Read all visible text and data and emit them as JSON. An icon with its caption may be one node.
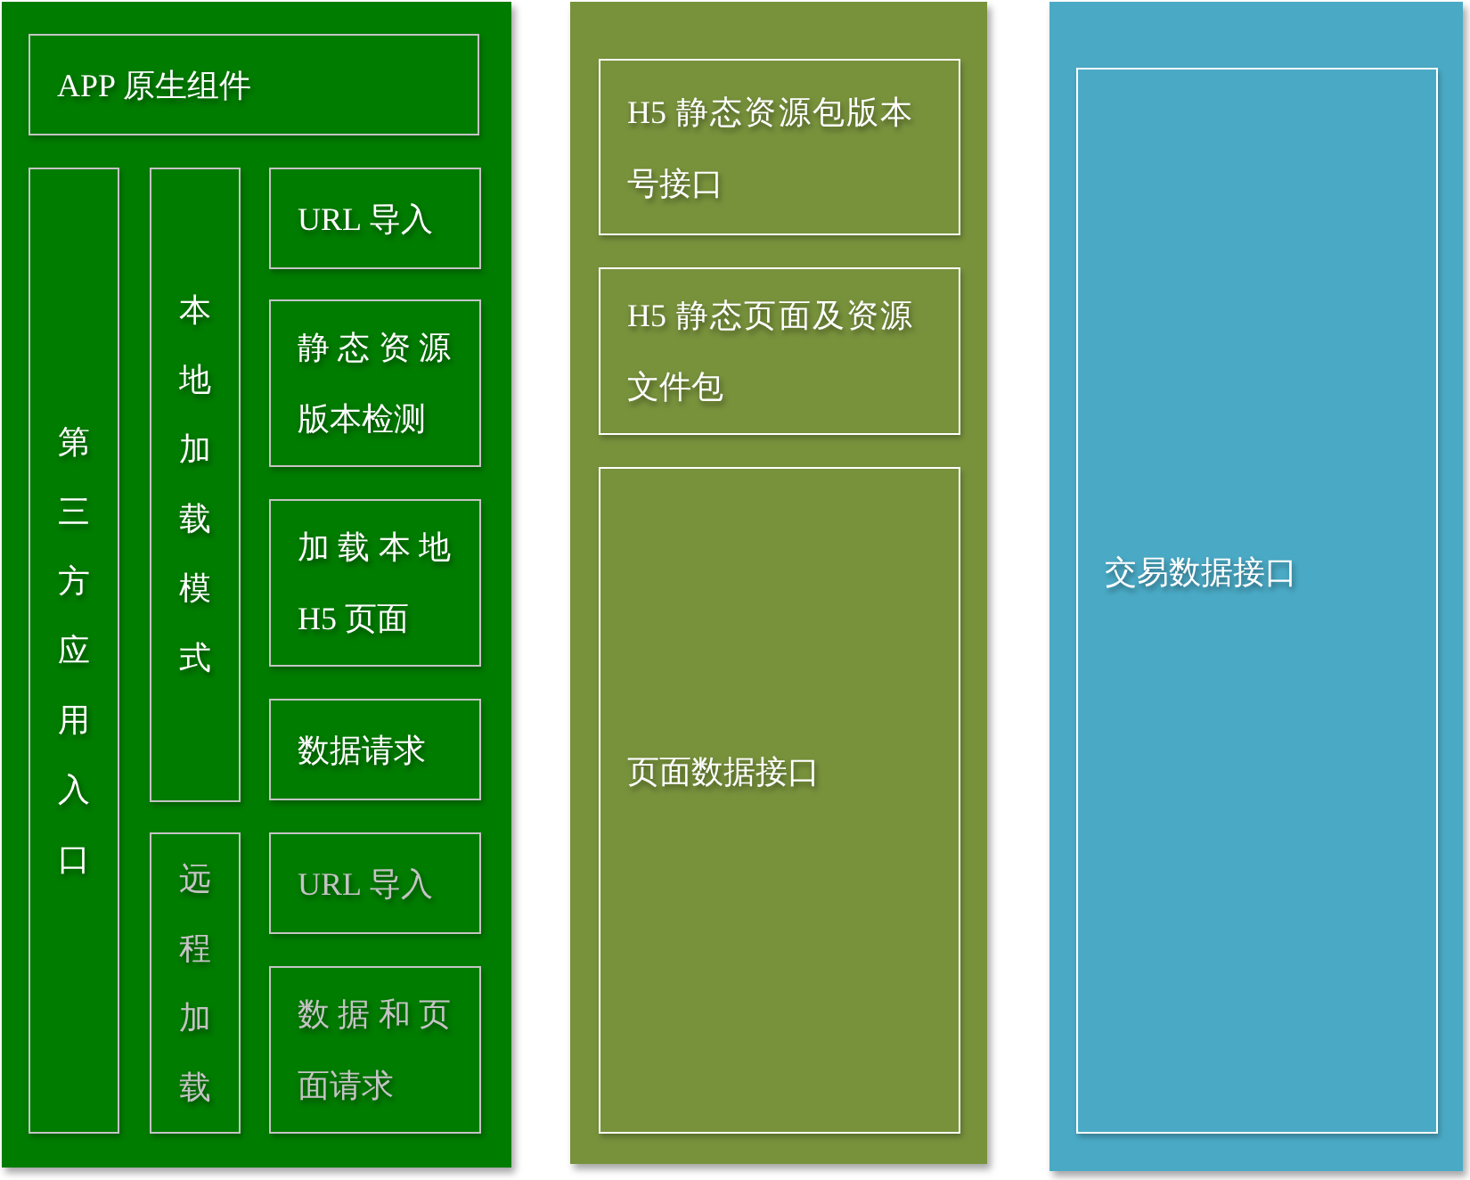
{
  "diagram": {
    "nodes": [
      {
        "text": [],
        "shape": "box"
      },
      {
        "text": [
          "APP 原生组件"
        ],
        "in": 0
      },
      {
        "text": [
          "第三方应用入口"
        ],
        "in": 0
      },
      {
        "text": [
          "本地加载模式"
        ],
        "in": 0
      },
      {
        "text": [
          "URL 导入"
        ],
        "in": 0
      },
      {
        "text": [
          "静态资源版本检测"
        ],
        "in": 0
      },
      {
        "text": [
          "加载本地 H5 页面"
        ],
        "in": 0
      },
      {
        "text": [
          "数据请求"
        ],
        "in": 0
      },
      {
        "text": [
          "远程加载"
        ],
        "in": 0
      },
      {
        "text": [
          "URL 导入"
        ],
        "in": 0
      },
      {
        "text": [
          "数据和页面请求"
        ],
        "in": 0
      },
      {
        "text": [],
        "shape": "box"
      },
      {
        "text": [
          "H5 静态资源包版本号接口"
        ],
        "in": 11
      },
      {
        "text": [
          "H5 静态页面及资源文件包"
        ],
        "in": 11
      },
      {
        "text": [
          "页面数据接口"
        ],
        "in": 11
      },
      {
        "text": [],
        "shape": "box"
      },
      {
        "text": [
          "交易数据接口"
        ],
        "in": 15
      }
    ]
  }
}
